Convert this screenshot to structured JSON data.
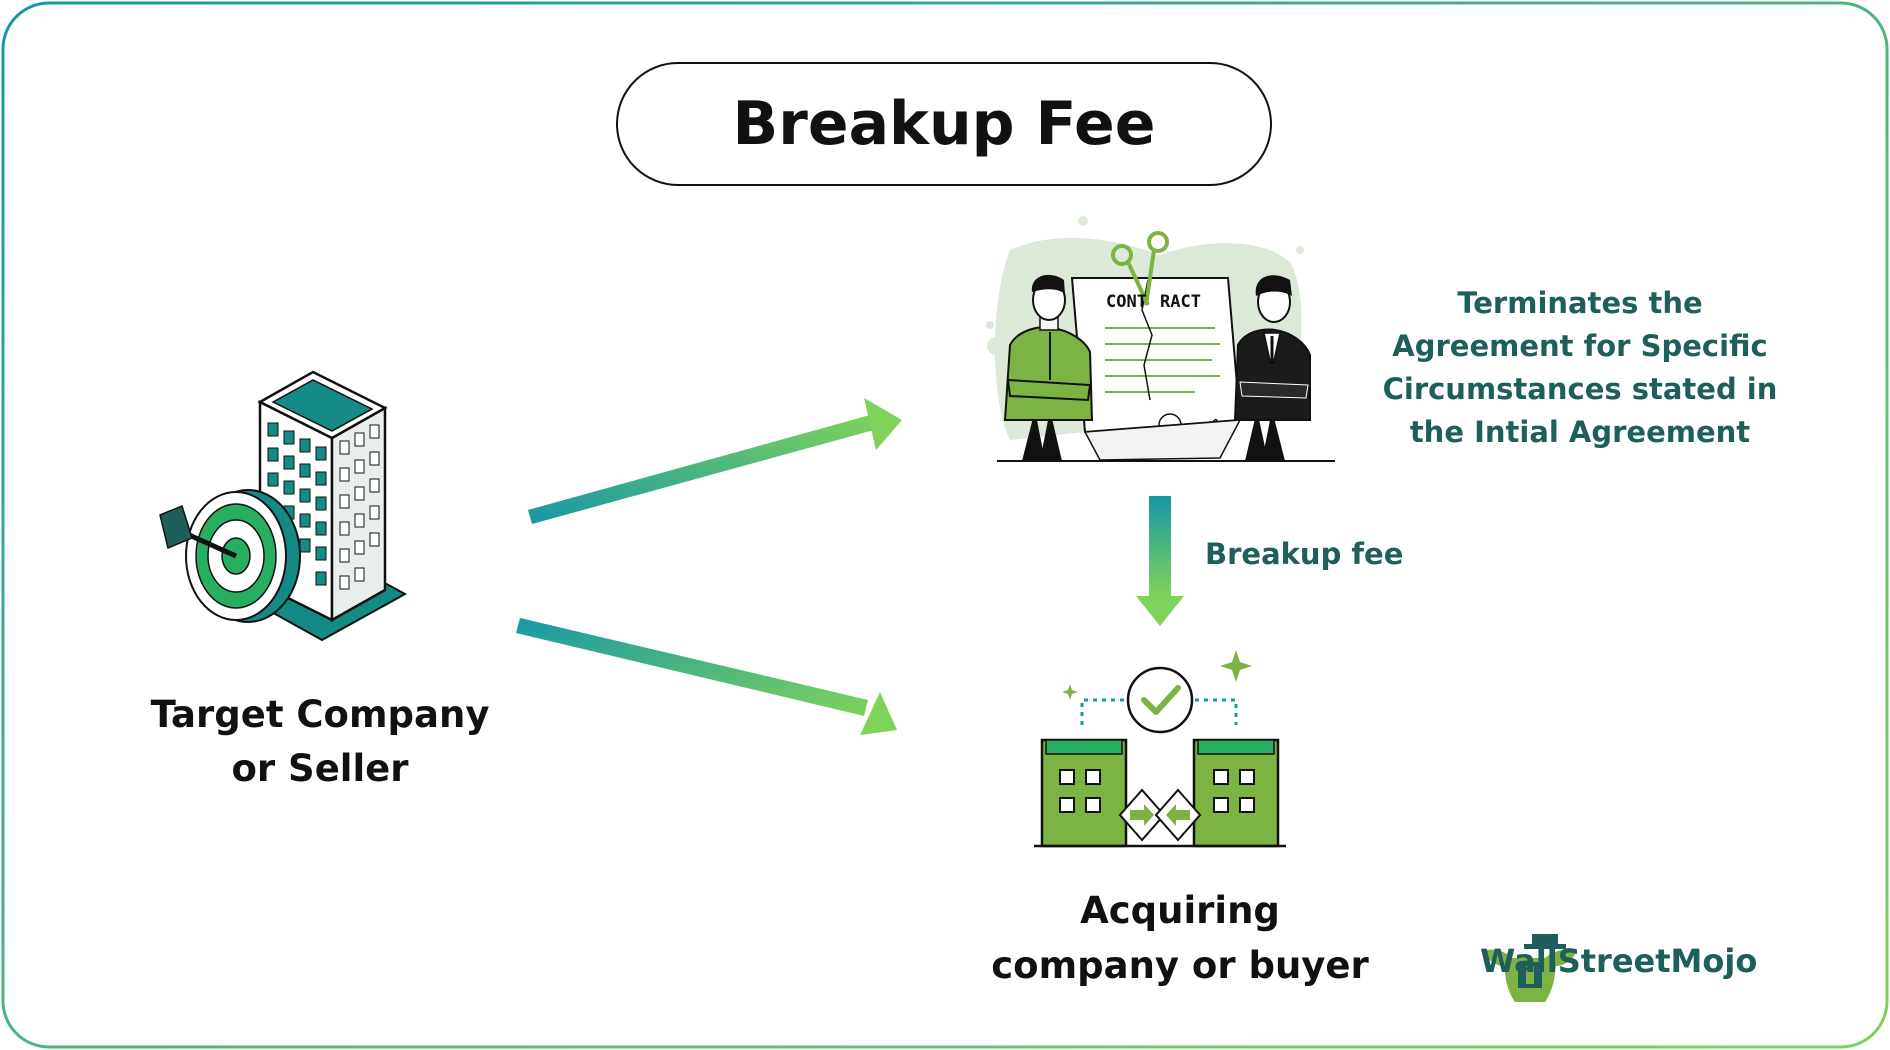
{
  "title": "Breakup Fee",
  "nodes": {
    "target": "Target Company or Seller",
    "target_line1": "Target Company",
    "target_line2": "or Seller",
    "acquirer_line1": "Acquiring",
    "acquirer_line2": "company or buyer",
    "termination_lines": [
      "Terminates the",
      "Agreement for Specific",
      "Circumstances stated in",
      "the Intial Agreement"
    ]
  },
  "edges": {
    "breakup_fee": "Breakup fee"
  },
  "contract_doc": {
    "left_text": "CONT",
    "right_text": "RACT"
  },
  "brand": "WallStreetMojo",
  "colors": {
    "green": "#7cb342",
    "teal": "#1a9aa0",
    "arrow_start": "#1797a6",
    "arrow_end": "#7fd35a",
    "dark_teal": "#1e5f5c",
    "building_teal": "#138b84"
  }
}
